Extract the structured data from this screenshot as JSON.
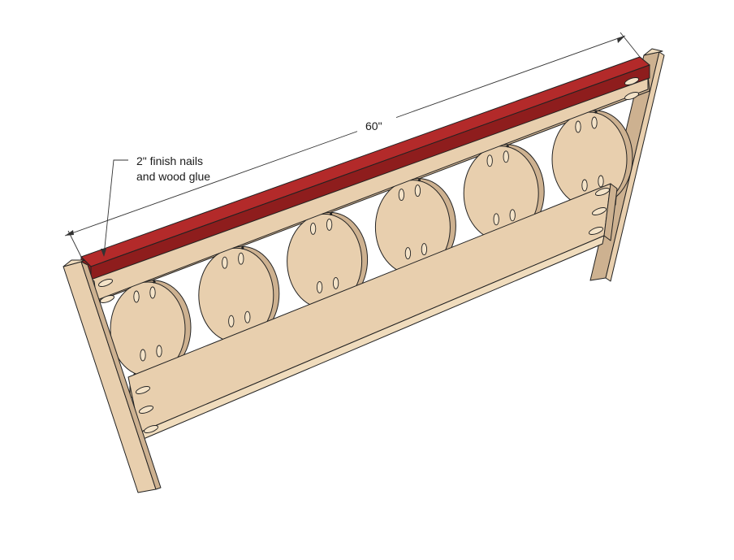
{
  "dimension": {
    "length_label": "60\""
  },
  "callout": {
    "line1": "2\" finish nails",
    "line2": "and wood glue"
  },
  "colors": {
    "top_cap": "#b32a2a",
    "top_cap_side": "#8e1d1d",
    "wood": "#e8cfae",
    "background": "#ffffff"
  },
  "circles": {
    "count": 6
  }
}
